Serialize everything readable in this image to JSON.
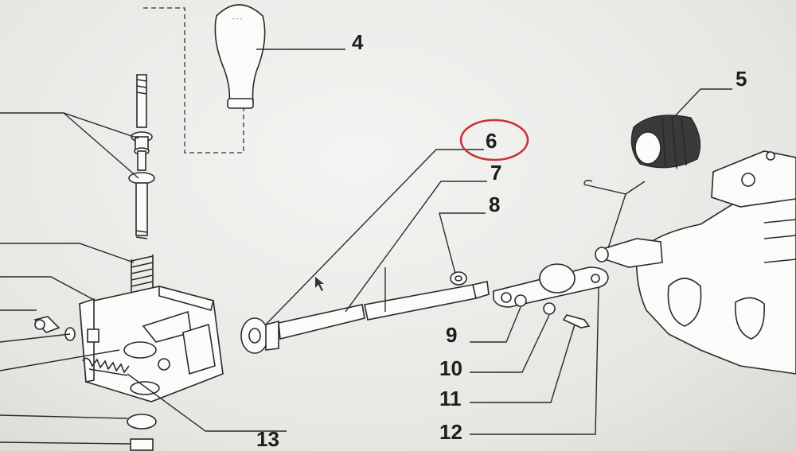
{
  "diagram": {
    "callouts": [
      {
        "id": "4",
        "text": "4"
      },
      {
        "id": "5",
        "text": "5"
      },
      {
        "id": "6",
        "text": "6",
        "highlighted": true
      },
      {
        "id": "7",
        "text": "7"
      },
      {
        "id": "8",
        "text": "8"
      },
      {
        "id": "9",
        "text": "9"
      },
      {
        "id": "10",
        "text": "10"
      },
      {
        "id": "11",
        "text": "11"
      },
      {
        "id": "12",
        "text": "12"
      },
      {
        "id": "13",
        "text": "13"
      }
    ],
    "highlight_color": "#c8323a",
    "line_color": "#2a2a2a"
  }
}
